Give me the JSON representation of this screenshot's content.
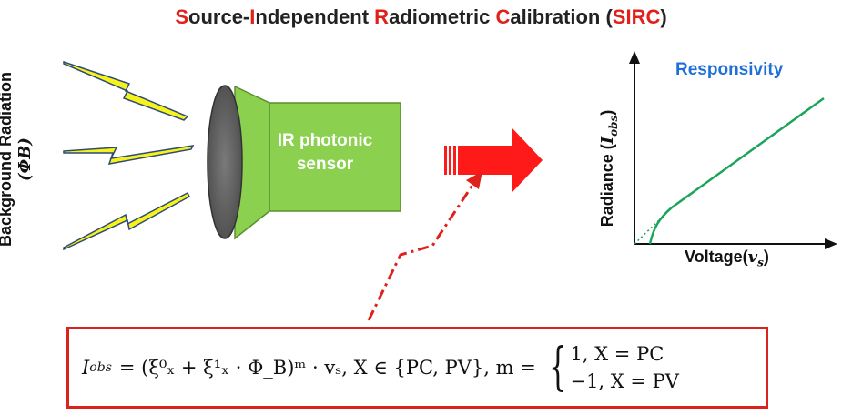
{
  "title": {
    "part1_acc": "S",
    "part1_rest": "ource-",
    "part2_acc": "I",
    "part2_rest": "ndependent ",
    "part3_acc": "R",
    "part3_rest": "adiometric ",
    "part4_acc": "C",
    "part4_rest": "alibration (",
    "abbr": "SIRC",
    "close": ")"
  },
  "background": {
    "label": "Background Radiation",
    "symbol": "(ΦB)"
  },
  "sensor": {
    "line1": "IR photonic",
    "line2": "sensor"
  },
  "plot": {
    "title": "Responsivity",
    "ylabel": "Radiance (",
    "ysym": "I",
    "ysub": "obs",
    "yclose": ")",
    "xlabel": "Voltage(",
    "xsym": "v",
    "xsub": "s",
    "xclose": ")"
  },
  "formula": {
    "lhs": "I",
    "lhs_sub": "obs",
    "body": "= (ξ⁰ₓ + ξ¹ₓ · Φ_B)ᵐ · vₛ,  X ∈ {PC, PV},  m =",
    "case1": "1,  X = PC",
    "case2": "−1,  X = PV"
  },
  "colors": {
    "accent": "#e0201b",
    "sensor_green": "#8bd14f",
    "curve_green": "#1aa55a",
    "responsivity_blue": "#1f6fd8",
    "lightning": "#f7f21a"
  }
}
